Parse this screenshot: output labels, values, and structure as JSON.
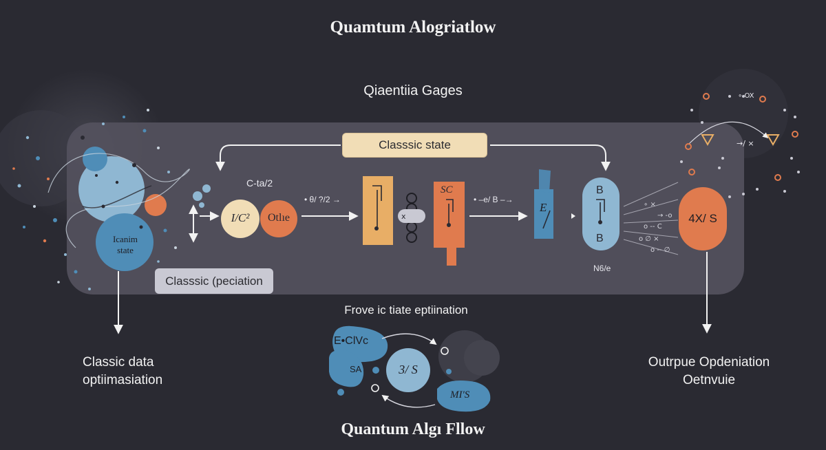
{
  "title": "Quamtum Alogriatlow",
  "subtitle": "Qiaentiia Gages",
  "footer_title": "Quantum Algı Fllow",
  "chips": {
    "classic_state": "Classsic state",
    "classic_operation": "Classsic (peciation"
  },
  "left_block": {
    "state_label_line1": "Icanim",
    "state_label_line2": "state",
    "caption_line1": "Classic data",
    "caption_line2": "optiimasiation"
  },
  "gates": {
    "formula_top": "C-ta/2",
    "ratio_node": "I/C²",
    "otile_node": "Otlıe",
    "arrow_label_1": "• θ/ ?/2 →",
    "sc_label": "SC",
    "arrow_label_2": "• –e/ B –→",
    "e_label": "E",
    "b_top": "B",
    "b_bottom": "B",
    "nq_label": "N6/e"
  },
  "right_block": {
    "output_node": "4X/ S",
    "caption_line1": "Outrpue Opdeniation",
    "caption_line2": "Oetnvuie"
  },
  "bottom_block": {
    "heading": "Frove ic tiate eptiination",
    "top_blob": "E•ClVc",
    "left_blob": "SA",
    "center_node": "3/ S",
    "right_blob": "MI'S"
  },
  "colors": {
    "background": "#2a2a32",
    "panel": "#54525e",
    "blue_dark": "#4f8db7",
    "blue_light": "#8fb7d2",
    "orange": "#e07b4e",
    "cream": "#f1ddb6",
    "tan": "#e8ae66"
  }
}
